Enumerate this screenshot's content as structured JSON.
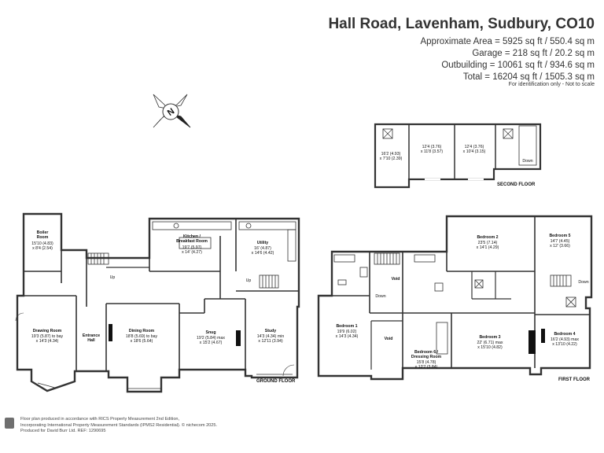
{
  "header": {
    "title": "Hall Road, Lavenham, Sudbury, CO10",
    "areas": [
      "Approximate Area = 5925 sq ft / 550.4 sq m",
      "Garage = 218 sq ft / 20.2 sq m",
      "Outbuilding = 10061 sq ft / 934.6 sq m",
      "Total = 16204 sq ft / 1505.3 sq m"
    ],
    "identification": "For identification only - Not to scale"
  },
  "compass": {
    "letter": "N"
  },
  "floors": {
    "ground": "GROUND FLOOR",
    "first": "FIRST FLOOR",
    "second": "SECOND FLOOR"
  },
  "rooms": {
    "boiler": {
      "name1": "Boiler",
      "name2": "Room",
      "dim1": "15'10 (4.83)",
      "dim2": "x 8'4 (2.54)"
    },
    "kitchen": {
      "name1": "Kitchen /",
      "name2": "Breakfast Room",
      "dim1": "19'7 (5.97)",
      "dim2": "x 14' (4.27)"
    },
    "utility": {
      "name": "Utility",
      "dim1": "16' (4.87)",
      "dim2": "x 14'6 (4.42)"
    },
    "drawing": {
      "name": "Drawing Room",
      "dim1": "19'3 (5.87) to bay",
      "dim2": "x 14'3 (4.34)"
    },
    "entrance": {
      "name1": "Entrance",
      "name2": "Hall"
    },
    "dining": {
      "name": "Dining Room",
      "dim1": "18'8 (5.69) to bay",
      "dim2": "x 18'6 (5.64)"
    },
    "snug": {
      "name": "Snug",
      "dim1": "19'2 (5.84) max",
      "dim2": "x 15'2 (4.67)"
    },
    "study": {
      "name": "Study",
      "dim1": "14'3 (4.34) min",
      "dim2": "x 12'11 (3.94)"
    },
    "bed1": {
      "name": "Bedroom 1",
      "dim1": "19'9 (6.02)",
      "dim2": "x 14'3 (4.34)"
    },
    "bed2": {
      "name": "Bedroom 2",
      "dim1": "23'5 (7.14)",
      "dim2": "x 14'1 (4.29)"
    },
    "bed3": {
      "name": "Bedroom 3",
      "dim1": "22' (6.71) max",
      "dim2": "x 15'10 (4.82)"
    },
    "bed4": {
      "name": "Bedroom 4",
      "dim1": "16'2 (4.93) max",
      "dim2": "x 13'10 (4.22)"
    },
    "bed5": {
      "name": "Bedroom 5",
      "dim1": "14'7 (4.45)",
      "dim2": "x 12' (3.66)"
    },
    "bed6": {
      "name1": "Bedroom 6 /",
      "name2": "Dressing Room",
      "dim1": "15'8 (4.78)",
      "dim2": "x 12'7 (3.84)"
    },
    "void1": {
      "name": "Void"
    },
    "void2": {
      "name": "Void"
    },
    "sf1": {
      "dim1": "16'2 (4.93)",
      "dim2": "x 7'10 (2.39)"
    },
    "sf2": {
      "dim1": "12'4 (3.76)",
      "dim2": "x 11'8 (3.57)"
    },
    "sf3": {
      "dim1": "12'4 (3.76)",
      "dim2": "x 10'4 (3.15)"
    }
  },
  "stairs": {
    "g_up1": "Up",
    "g_up2": "Up",
    "f_down1": "Down",
    "f_down2": "Down",
    "s_down": "Down"
  },
  "footer": {
    "line1": "Floor plan produced in accordance with RICS Property Measurement 2nd Edition,",
    "line2": "Incorporating International Property Measurement Standards (IPMS2 Residential).  © nichecom 2025.",
    "line3": "Produced for David Burr Ltd.   REF: 1290695"
  }
}
